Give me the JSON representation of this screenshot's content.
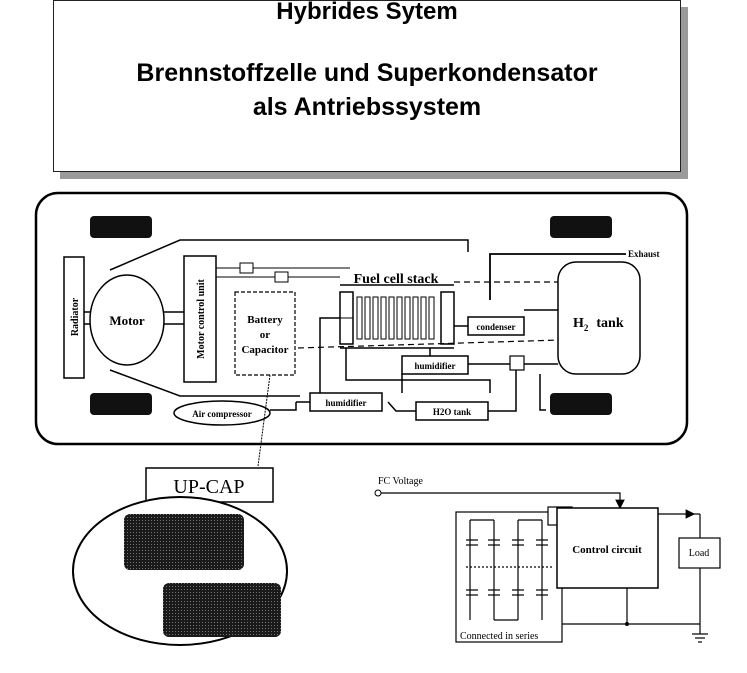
{
  "title": {
    "line1": "Hybrides Sytem",
    "line2": "Brennstoffzelle und Superkondensator",
    "line3": "als Antriebssystem"
  },
  "vehicle_diagram": {
    "radiator": "Radiator",
    "motor": "Motor",
    "motor_control_unit": "Motor control unit",
    "battery_line1": "Battery",
    "battery_line2": "or",
    "battery_line3": "Capacitor",
    "fuel_cell_stack": "Fuel cell stack",
    "exhaust": "Exhaust",
    "condenser": "condenser",
    "h2_tank": "H",
    "h2_sub": "2",
    "h2_tank_word": "tank",
    "humidifier_upper": "humidifier",
    "humidifier_lower": "humidifier",
    "h2o_tank": "H2O tank",
    "air_compressor": "Air compressor"
  },
  "upcap": {
    "label": "UP-CAP"
  },
  "circuit": {
    "fc_voltage": "FC Voltage",
    "control_circuit": "Control circuit",
    "load": "Load",
    "connected_in_series": "Connected in series"
  },
  "colors": {
    "ink": "#000000",
    "shadow": "#9a9a9a",
    "wheel": "#111111"
  }
}
